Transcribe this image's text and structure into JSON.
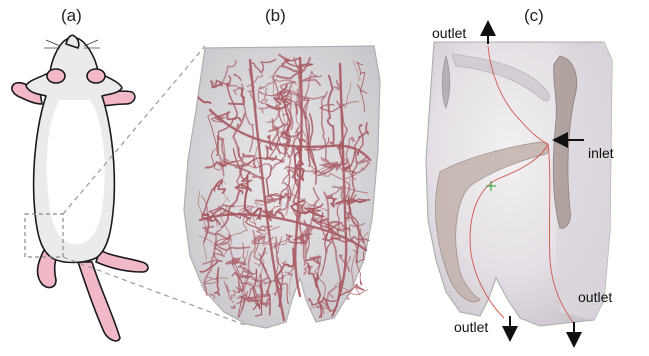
{
  "panels": {
    "a": "(a)",
    "b": "(b)",
    "c": "(c)"
  },
  "annotations": {
    "outlet_top": "outlet",
    "inlet": "inlet",
    "outlet_bottom_left": "outlet",
    "outlet_bottom_right": "outlet"
  },
  "colors": {
    "mouse_body": "#ebebeb",
    "mouse_belly": "#ffffff",
    "mouse_ears_tail": "#f2b8c8",
    "vessels": "#a85a62",
    "tissue": "#d3cfd6",
    "tissue_shadow": "#b9b3bb",
    "muscle": "#b09a92",
    "guide_line": "#9a9a9a"
  }
}
